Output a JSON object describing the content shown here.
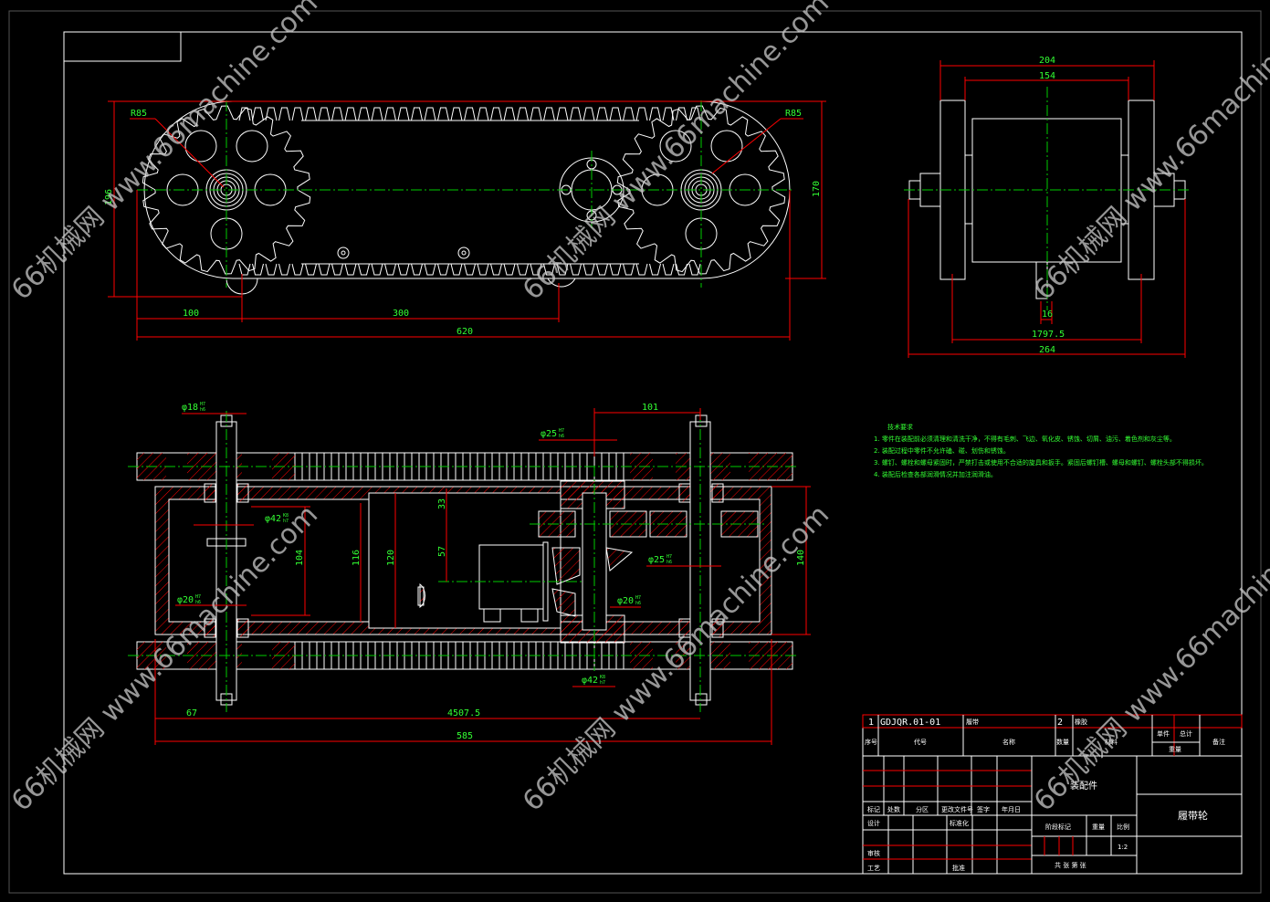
{
  "dims": {
    "top_view": {
      "r_left": "R85",
      "r_right": "R85",
      "height_left": "196",
      "height_right": "170",
      "d100": "100",
      "d300": "300",
      "d620": "620"
    },
    "side_view": {
      "d204": "204",
      "d154": "154",
      "d16": "16",
      "d1797": "1797.5",
      "d264": "264"
    },
    "section_view": {
      "phi18": "φ18",
      "phi18_fit_top": "H7",
      "phi18_fit_bot": "h6",
      "d101": "101",
      "phi25a": "φ25",
      "phi25a_fit_top": "H7",
      "phi25a_fit_bot": "h6",
      "phi42a": "φ42",
      "phi42a_fit_top": "K8",
      "phi42a_fit_bot": "h7",
      "d33": "33",
      "d57": "57",
      "d104": "104",
      "d116": "116",
      "d120": "120",
      "d140": "140",
      "phi25b": "φ25",
      "phi25b_fit_top": "H7",
      "phi25b_fit_bot": "h6",
      "phi20a": "φ20",
      "phi20a_fit_top": "H7",
      "phi20a_fit_bot": "h6",
      "phi20b": "φ20",
      "phi20b_fit_top": "H7",
      "phi20b_fit_bot": "h6",
      "phi42b": "φ42",
      "phi42b_fit_top": "K8",
      "phi42b_fit_bot": "h7",
      "d67": "67",
      "d4507": "4507.5",
      "d585": "585"
    }
  },
  "tech_requirements": {
    "title": "技术要求",
    "items": [
      "1. 零件在装配前必须清理和清洗干净，不得有毛刺、飞边、氧化皮、锈蚀、切屑、油污、着色剂和灰尘等。",
      "2. 装配过程中零件不允许磕、碰、划伤和锈蚀。",
      "3. 螺钉、螺栓和螺母紧固时，严禁打击或使用不合适的旋具和扳手。紧固后螺钉槽、螺母和螺钉、螺栓头部不得损坏。",
      "4. 装配后检查各部润滑情况并加注润滑油。"
    ]
  },
  "title_block": {
    "parts": [
      {
        "no": "1",
        "code": "GDJQR.01-01",
        "name": "履带",
        "qty": "2",
        "material": "橡胶"
      }
    ],
    "headers": {
      "no": "序号",
      "code": "代号",
      "name": "名称",
      "qty": "数量",
      "material": "材料",
      "unit": "单件",
      "total": "总计",
      "weight": "重量",
      "remark": "备注"
    },
    "rev_headers": [
      "标记",
      "处数",
      "分区",
      "更改文件号",
      "签字",
      "年月日"
    ],
    "design": "设计",
    "standard": "标准化",
    "review": "审核",
    "process": "工艺",
    "approve": "批准",
    "stage_mark": "阶段标记",
    "weight": "重量",
    "scale_label": "比例",
    "scale": "1:2",
    "sheets": "共  张  第  张",
    "doc_type": "装配件",
    "drawing_name": "履带轮"
  },
  "watermark": "66机械网 www.66machine.com",
  "colors": {
    "outline": "#ffffff",
    "dimension": "#ff0000",
    "center": "#00cc00",
    "text": "#33ff33"
  }
}
